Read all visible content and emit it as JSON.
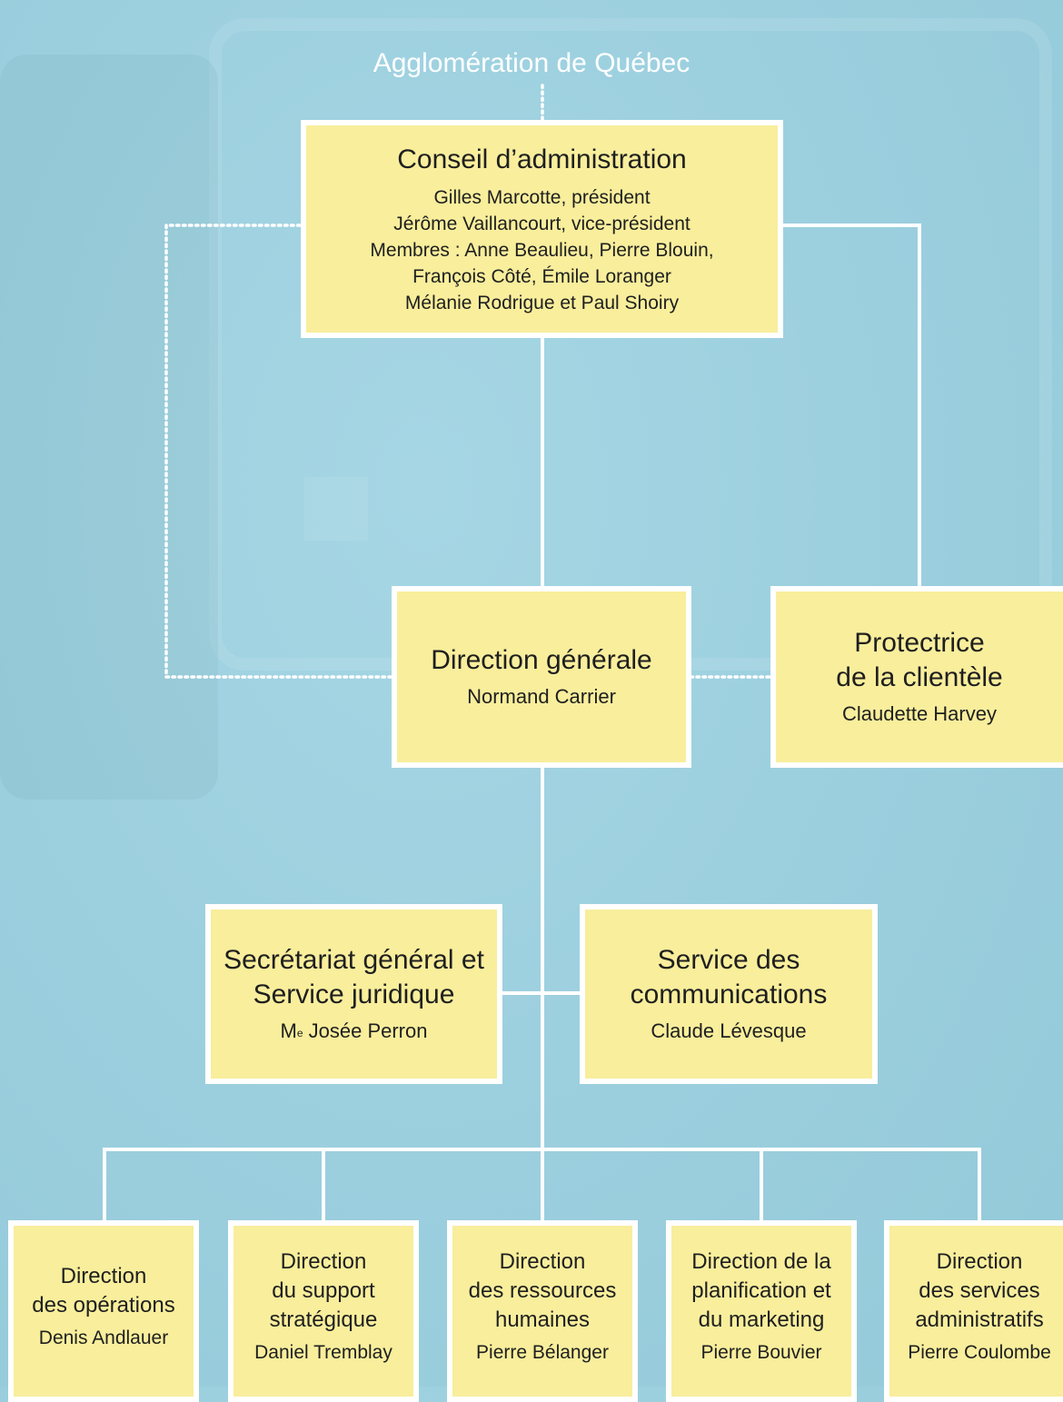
{
  "agglomeration": "Agglomération de Québec",
  "conseil": {
    "title": "Conseil d’administration",
    "members": [
      "Gilles Marcotte, président",
      "Jérôme Vaillancourt, vice-président",
      "Membres : Anne Beaulieu, Pierre Blouin,",
      "François Côté, Émile Loranger",
      "Mélanie Rodrigue et Paul Shoiry"
    ]
  },
  "direction_generale": {
    "title": "Direction générale",
    "name": "Normand Carrier"
  },
  "protectrice": {
    "title_line1": "Protectrice",
    "title_line2": "de la clientèle",
    "name": "Claudette Harvey"
  },
  "secretariat": {
    "title_line1": "Secrétariat général et",
    "title_line2": "Service juridique",
    "name_prefix": "M",
    "name_sup": "e",
    "name_rest": " Josée Perron"
  },
  "communications": {
    "title_line1": "Service des",
    "title_line2": "communications",
    "name": "Claude Lévesque"
  },
  "directions": [
    {
      "lines": [
        "Direction",
        "des opérations"
      ],
      "name": "Denis Andlauer"
    },
    {
      "lines": [
        "Direction",
        "du support",
        "stratégique"
      ],
      "name": "Daniel Tremblay"
    },
    {
      "lines": [
        "Direction",
        "des ressources",
        "humaines"
      ],
      "name": "Pierre Bélanger"
    },
    {
      "lines": [
        "Direction de la",
        "planification et",
        "du marketing"
      ],
      "name": "Pierre Bouvier"
    },
    {
      "lines": [
        "Direction",
        "des services",
        "administratifs"
      ],
      "name": "Pierre Coulombe"
    }
  ],
  "colors": {
    "box_fill": "#f8ee9c",
    "line": "#ffffff",
    "background": "#9dd0df"
  }
}
